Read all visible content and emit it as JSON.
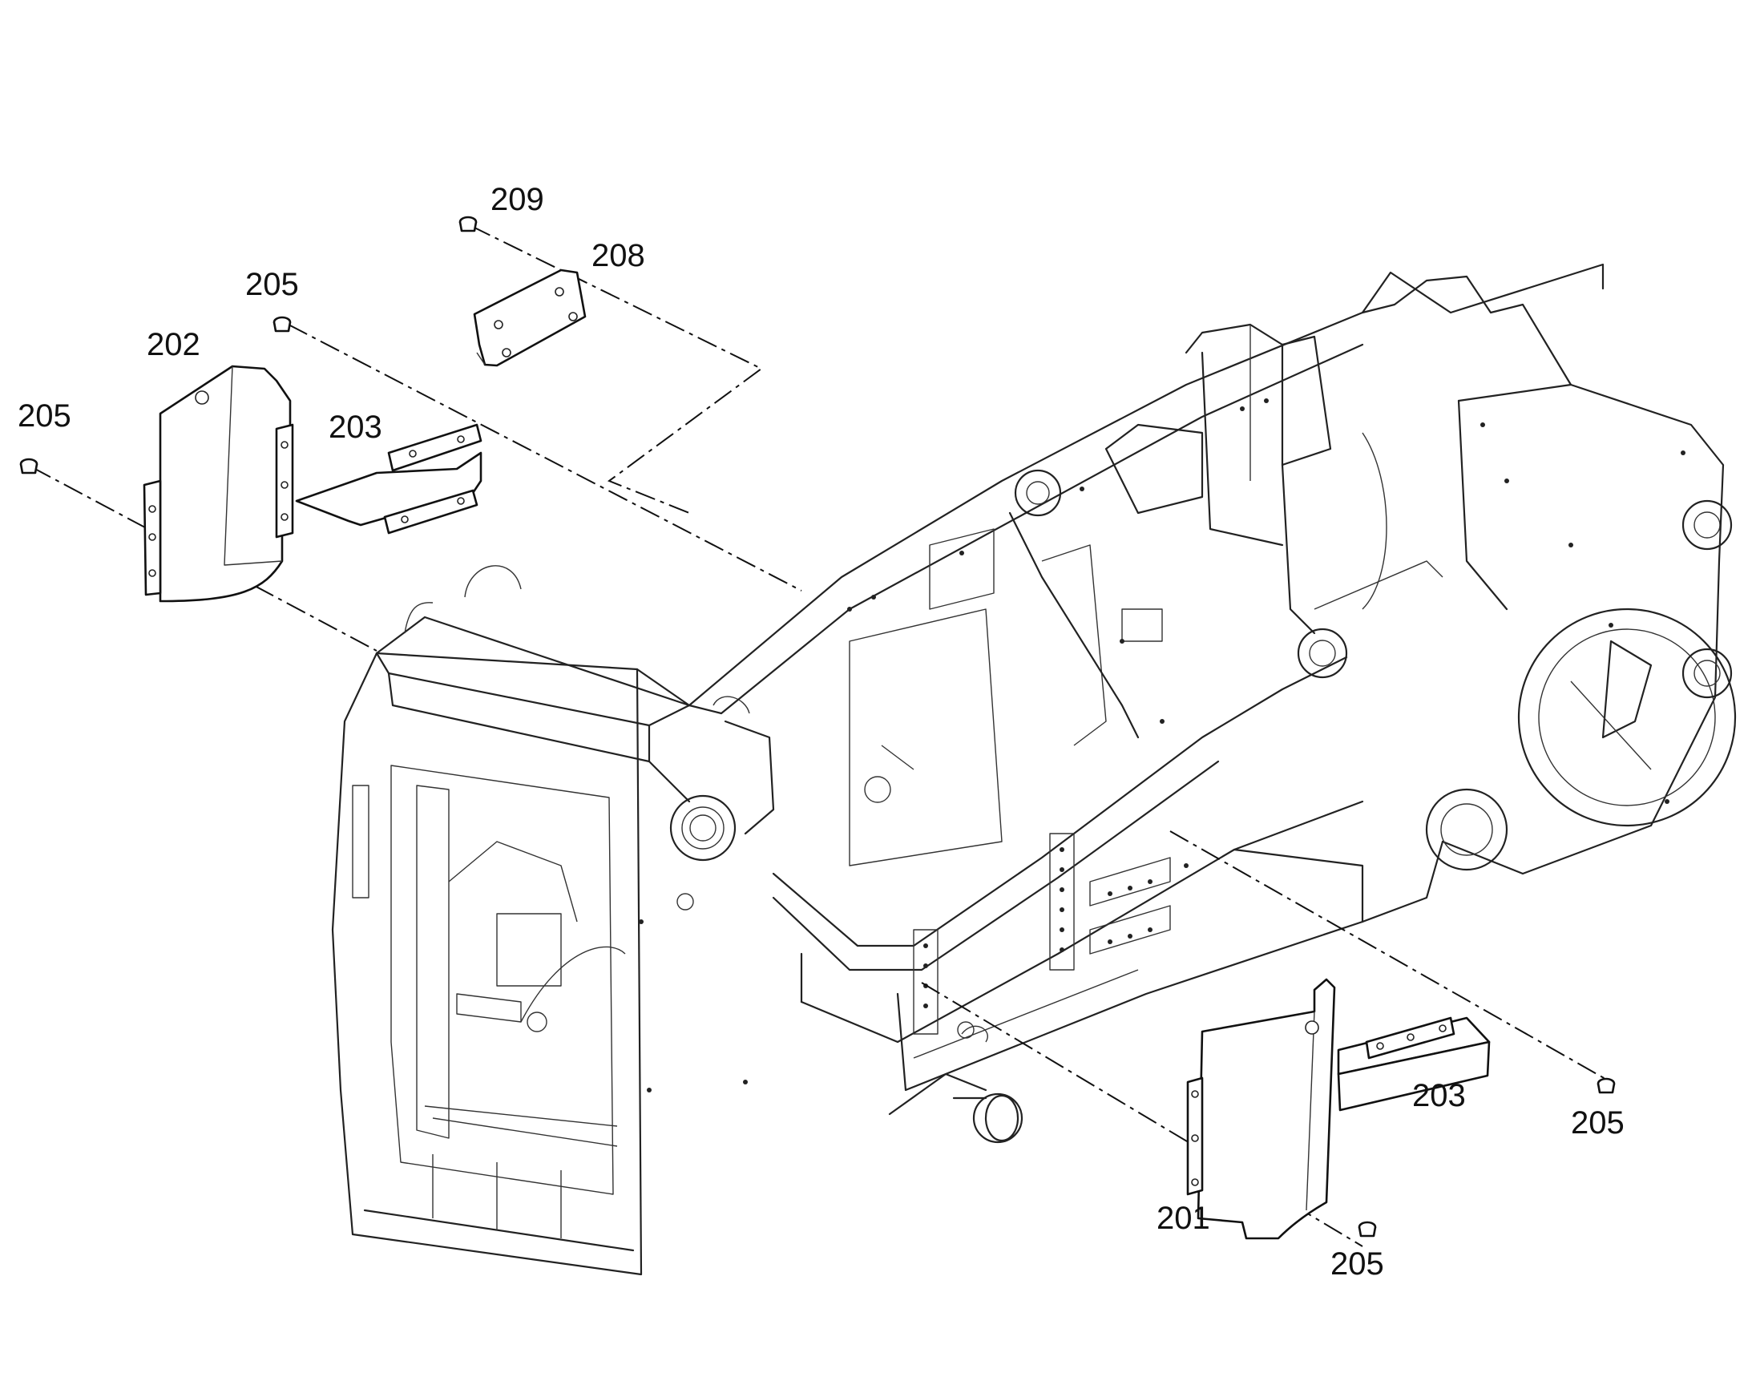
{
  "diagram": {
    "callouts": {
      "c201": "201",
      "c202": "202",
      "c203_top": "203",
      "c203_bottom": "203",
      "c205_left": "205",
      "c205_top": "205",
      "c205_right": "205",
      "c205_bottom": "205",
      "c208": "208",
      "c209": "209"
    }
  }
}
